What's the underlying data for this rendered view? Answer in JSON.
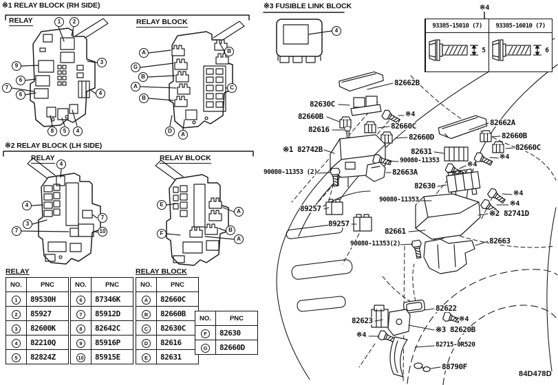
{
  "page": {
    "footer_code": "84D478D",
    "ink": "#1a1a1a",
    "background": "#ffffff"
  },
  "sec1": {
    "title": "※1 RELAY BLOCK (RH SIDE)",
    "relay_label": "RELAY",
    "block_label": "RELAY BLOCK",
    "relay_callouts": [
      "1",
      "2",
      "3",
      "9",
      "6",
      "7",
      "6",
      "4",
      "8",
      "5",
      "4"
    ],
    "block_callouts": [
      "A",
      "B",
      "G",
      "B",
      "A",
      "B",
      "C",
      "D",
      "A"
    ]
  },
  "sec2": {
    "title": "※2 RELAY BLOCK (LH SIDE)",
    "relay_label": "RELAY",
    "block_label": "RELAY BLOCK",
    "relay_callouts": [
      "4",
      "4",
      "3",
      "7",
      "7",
      "10"
    ],
    "block_callouts": [
      "E",
      "F",
      "A",
      "B",
      "A"
    ]
  },
  "sec3": {
    "title": "※3 FUSIBLE LINK BLOCK",
    "callout": "4"
  },
  "bolt_table": {
    "ref": "※4",
    "cells": [
      {
        "part": "93385-15010 (7)",
        "dim": "5"
      },
      {
        "part": "93385-16010 (7)",
        "dim": "6"
      }
    ]
  },
  "relay_table": {
    "title": "RELAY",
    "col_no": "NO.",
    "col_pnc": "PNC",
    "left_rows": [
      {
        "no": "1",
        "pnc": "89530H"
      },
      {
        "no": "2",
        "pnc": "85927"
      },
      {
        "no": "3",
        "pnc": "82600K"
      },
      {
        "no": "4",
        "pnc": "82210Q"
      },
      {
        "no": "5",
        "pnc": "82824Z"
      }
    ],
    "right_rows": [
      {
        "no": "6",
        "pnc": "87346K"
      },
      {
        "no": "7",
        "pnc": "85912D"
      },
      {
        "no": "8",
        "pnc": "82642C"
      },
      {
        "no": "9",
        "pnc": "85916P"
      },
      {
        "no": "10",
        "pnc": "85915E"
      }
    ]
  },
  "relay_block_table": {
    "title": "RELAY BLOCK",
    "col_no": "NO.",
    "col_pnc": "PNC",
    "left_rows": [
      {
        "no": "A",
        "pnc": "82660C"
      },
      {
        "no": "B",
        "pnc": "82660B"
      },
      {
        "no": "C",
        "pnc": "82630C"
      },
      {
        "no": "D",
        "pnc": "82616"
      },
      {
        "no": "E",
        "pnc": "82631"
      }
    ],
    "right_rows": [
      {
        "no": "F",
        "pnc": "82630"
      },
      {
        "no": "G",
        "pnc": "82660D"
      }
    ]
  },
  "diagram": {
    "labels": [
      "82662B",
      "82630C",
      "82660B",
      "82616",
      "※1 82742B",
      "90080-11353 (2)",
      "89257",
      "89257",
      "82661",
      "90080-11353(2)",
      "82660C",
      "82660D",
      "82662A",
      "82660B",
      "82660C",
      "82631",
      "90080-11353",
      "82663A",
      "82630",
      "90080-11353",
      "※2 82741D",
      "82663",
      "82622",
      "82623",
      "※3 82620B",
      "82715-0R520",
      "88790F",
      "※4",
      "※4",
      "※4",
      "※4",
      "※4",
      "※4",
      "※4"
    ]
  }
}
